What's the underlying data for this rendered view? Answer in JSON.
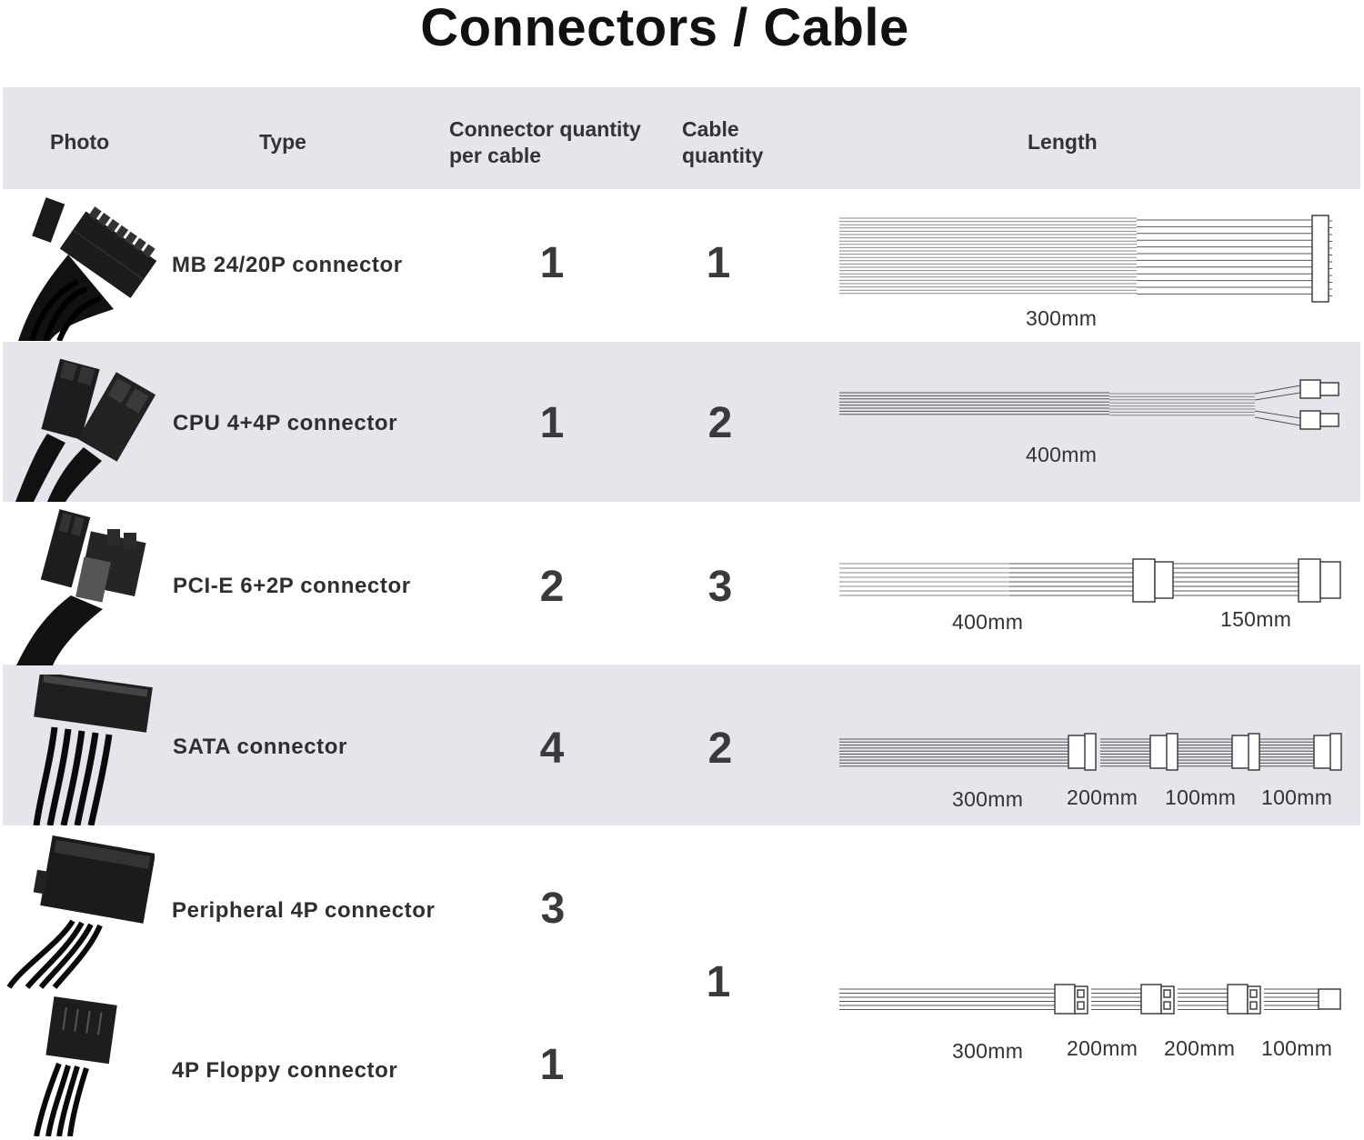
{
  "title": "Connectors / Cable",
  "headers": {
    "photo": "Photo",
    "type": "Type",
    "connector_qty_line1": "Connector quantity",
    "connector_qty_line2": "per cable",
    "cable_qty_line1": "Cable",
    "cable_qty_line2": "quantity",
    "length": "Length"
  },
  "rows": [
    {
      "type": "MB 24/20P connector",
      "photo_icon": "atx-24pin-connector-photo",
      "connector_qty": "1",
      "cable_qty": "1",
      "lengths": [
        "300mm"
      ]
    },
    {
      "type": "CPU 4+4P connector",
      "photo_icon": "cpu-4plus4-connector-photo",
      "connector_qty": "1",
      "cable_qty": "2",
      "lengths": [
        "400mm"
      ]
    },
    {
      "type": "PCI-E 6+2P connector",
      "photo_icon": "pcie-6plus2-connector-photo",
      "connector_qty": "2",
      "cable_qty": "3",
      "lengths": [
        "400mm",
        "150mm"
      ]
    },
    {
      "type": "SATA connector",
      "photo_icon": "sata-connector-photo",
      "connector_qty": "4",
      "cable_qty": "2",
      "lengths": [
        "300mm",
        "200mm",
        "100mm",
        "100mm"
      ]
    },
    {
      "type": "Peripheral 4P connector",
      "photo_icon": "molex-4pin-connector-photo",
      "connector_qty": "3"
    },
    {
      "type": "4P Floppy connector",
      "photo_icon": "floppy-4pin-connector-photo",
      "connector_qty": "1"
    }
  ],
  "shared_cable": {
    "cable_qty": "1",
    "lengths": [
      "300mm",
      "200mm",
      "200mm",
      "100mm"
    ]
  },
  "colors": {
    "band": "#e6e5ec",
    "text": "#2b2b2b",
    "title": "#111111"
  }
}
